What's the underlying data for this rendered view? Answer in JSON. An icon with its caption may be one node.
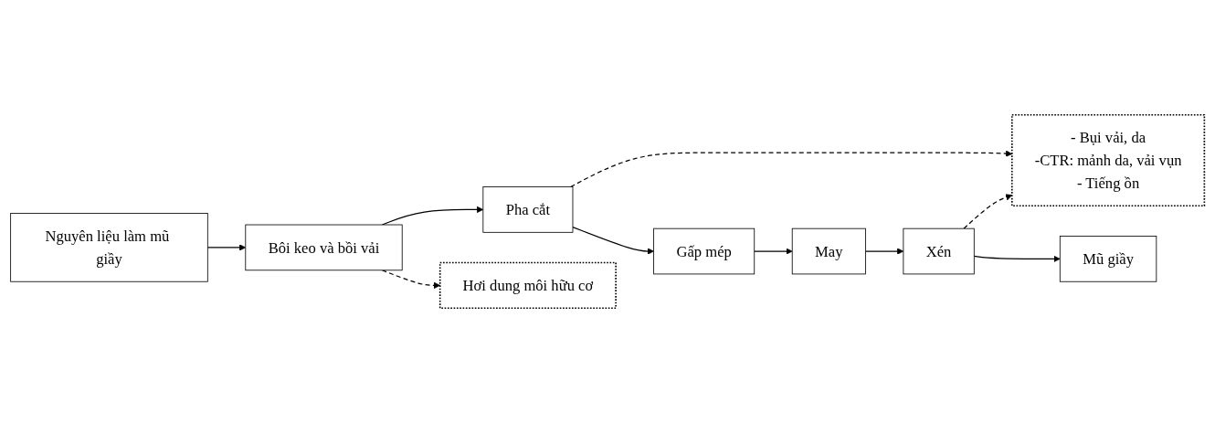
{
  "diagram": {
    "nodes": [
      {
        "text": [
          "Nguyên liệu làm mũ giầy"
        ]
      },
      {
        "text": [
          "Bôi keo và bồi vải"
        ]
      },
      {
        "text": [
          "Pha cắt"
        ]
      },
      {
        "text": [
          "Gấp mép"
        ]
      },
      {
        "text": [
          "May"
        ]
      },
      {
        "text": [
          "Hơi dung môi hữu cơ"
        ]
      },
      {
        "text": [
          "- Bụi vải, da",
          "-CTR: mảnh da, vải vụn",
          "- Tiếng ồn"
        ]
      },
      {
        "text": [
          "Xén"
        ]
      },
      {
        "text": [
          "Mũ giầy"
        ]
      }
    ],
    "edges": [
      {
        "from": 0,
        "to": 1,
        "arrow": "to"
      },
      {
        "from": 1,
        "to": 2,
        "arrow": "to"
      },
      {
        "from": 2,
        "to": 3,
        "arrow": "to"
      },
      {
        "from": 3,
        "to": 4,
        "arrow": "to"
      },
      {
        "from": 1,
        "to": 5,
        "arrow": "to",
        "style": "dashed"
      },
      {
        "from": 2,
        "to": 6,
        "arrow": "to",
        "style": "dashed"
      },
      {
        "from": 4,
        "to": 7,
        "arrow": "to"
      },
      {
        "from": 7,
        "to": 6,
        "arrow": "to",
        "style": "dashed"
      },
      {
        "from": 7,
        "to": 8,
        "arrow": "to"
      }
    ]
  }
}
